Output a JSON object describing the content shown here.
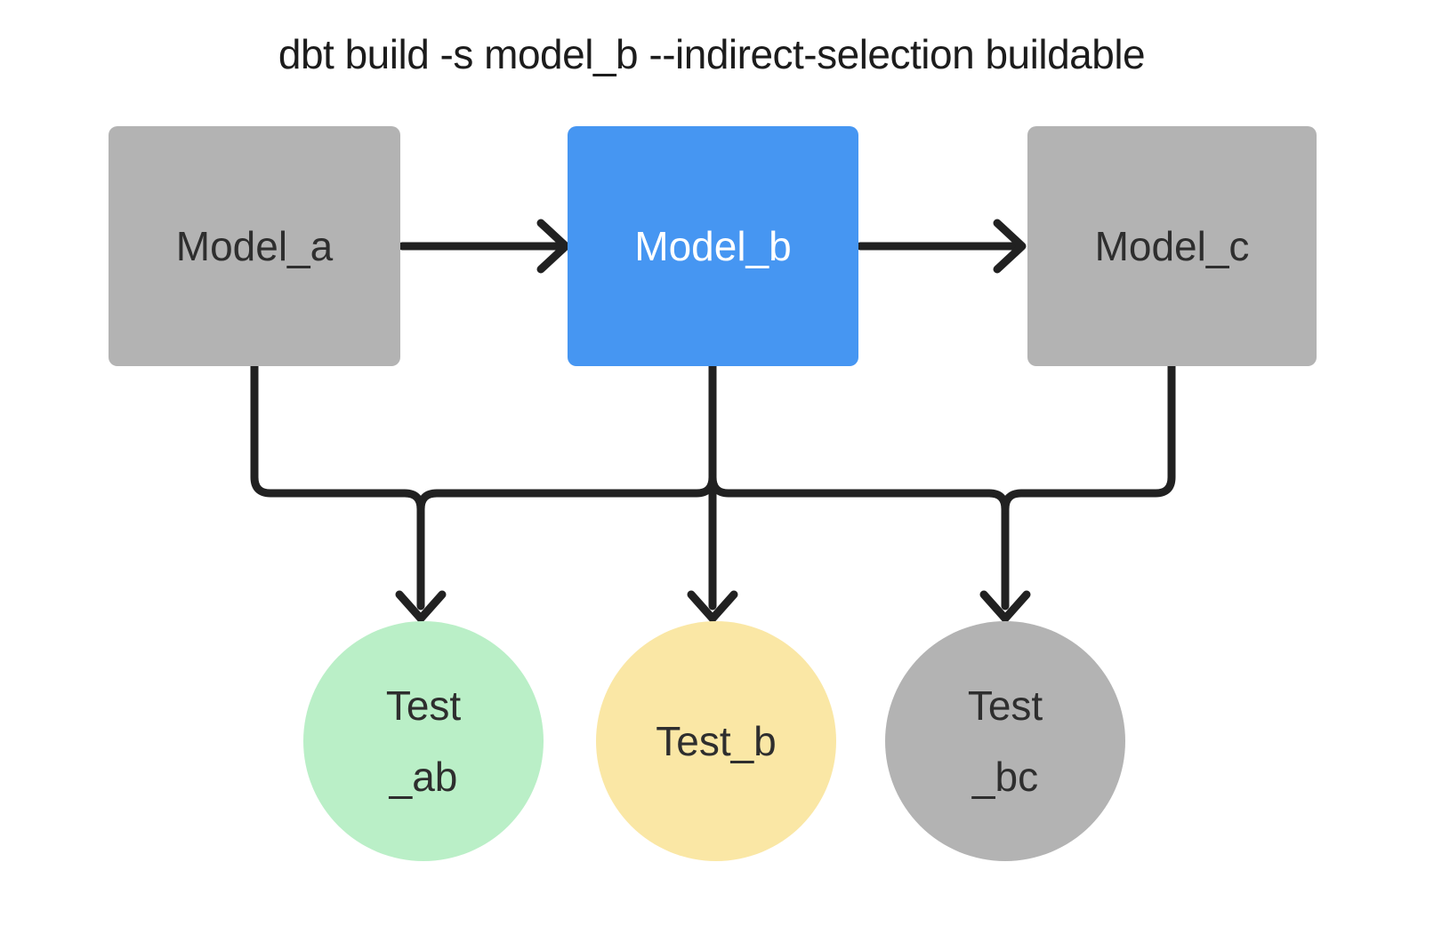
{
  "title": "dbt build -s model_b --indirect-selection buildable",
  "colors": {
    "background": "#ffffff",
    "title_text": "#1c1c1c",
    "line": "#212121",
    "model_default_fill": "#b3b3b3",
    "model_default_text": "#2e2e2e",
    "model_selected_fill": "#4696f2",
    "model_selected_text": "#ffffff",
    "test_ab_fill": "#baefc7",
    "test_b_fill": "#fae7a5",
    "test_bc_fill": "#b3b3b3",
    "test_text": "#2e2e2e"
  },
  "diagram": {
    "models": [
      {
        "id": "model_a",
        "label": "Model_a",
        "state": "default"
      },
      {
        "id": "model_b",
        "label": "Model_b",
        "state": "selected"
      },
      {
        "id": "model_c",
        "label": "Model_c",
        "state": "default"
      }
    ],
    "tests": [
      {
        "id": "test_ab",
        "lines": [
          "Test",
          "_ab"
        ]
      },
      {
        "id": "test_b",
        "lines": [
          "Test_b"
        ]
      },
      {
        "id": "test_bc",
        "lines": [
          "Test",
          "_bc"
        ]
      }
    ],
    "edges": [
      {
        "from": "model_a",
        "to": "model_b"
      },
      {
        "from": "model_b",
        "to": "model_c"
      },
      {
        "from": "model_a",
        "to": "test_ab"
      },
      {
        "from": "model_b",
        "to": "test_ab"
      },
      {
        "from": "model_b",
        "to": "test_b"
      },
      {
        "from": "model_b",
        "to": "test_bc"
      },
      {
        "from": "model_c",
        "to": "test_bc"
      }
    ]
  }
}
